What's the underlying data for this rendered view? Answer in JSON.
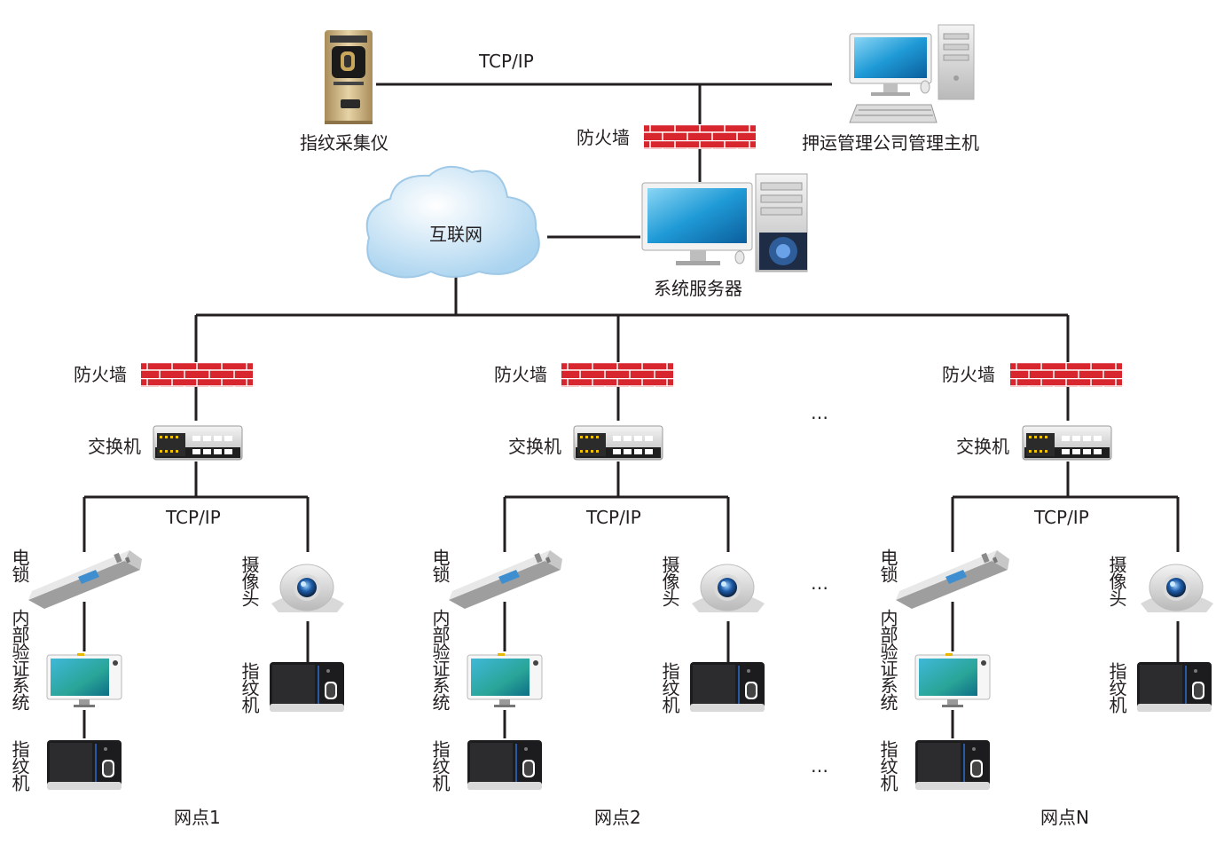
{
  "top": {
    "protocol_label": "TCP/IP",
    "fingerprint_collector_label": "指纹采集仪",
    "company_host_label": "押运管理公司管理主机",
    "firewall_label": "防火墙",
    "internet_label": "互联网",
    "server_label": "系统服务器"
  },
  "ellipsis": "…",
  "branches": [
    {
      "firewall_label": "防火墙",
      "switch_label": "交换机",
      "protocol_label": "TCP/IP",
      "lock_label": "电锁",
      "internal_system_label": "内部验证系统",
      "fingerprint_left_label": "指纹机",
      "camera_label": "摄像头",
      "fingerprint_right_label": "指纹机",
      "site_label": "网点1"
    },
    {
      "firewall_label": "防火墙",
      "switch_label": "交换机",
      "protocol_label": "TCP/IP",
      "lock_label": "电锁",
      "internal_system_label": "内部验证系统",
      "fingerprint_left_label": "指纹机",
      "camera_label": "摄像头",
      "fingerprint_right_label": "指纹机",
      "site_label": "网点2"
    },
    {
      "firewall_label": "防火墙",
      "switch_label": "交换机",
      "protocol_label": "TCP/IP",
      "lock_label": "电锁",
      "internal_system_label": "内部验证系统",
      "fingerprint_left_label": "指纹机",
      "camera_label": "摄像头",
      "fingerprint_right_label": "指纹机",
      "site_label": "网点N"
    }
  ],
  "colors": {
    "line": "#231f20",
    "brick": "#d7262d",
    "mortar": "#ffffff",
    "screen": "#2aa7dc",
    "cloud": "#c9e4f5",
    "device_dark": "#1c1c1e",
    "silver": "#dcdcdc",
    "gold": "#c8ab77"
  },
  "icons": {
    "firewall": "brick-wall-icon",
    "switch": "network-switch-icon",
    "lock": "electric-lock-icon",
    "camera": "dome-camera-icon",
    "fingerprint": "fingerprint-terminal-icon",
    "monitor": "verification-monitor-icon",
    "server": "server-pc-icon",
    "cloud": "cloud-icon"
  }
}
